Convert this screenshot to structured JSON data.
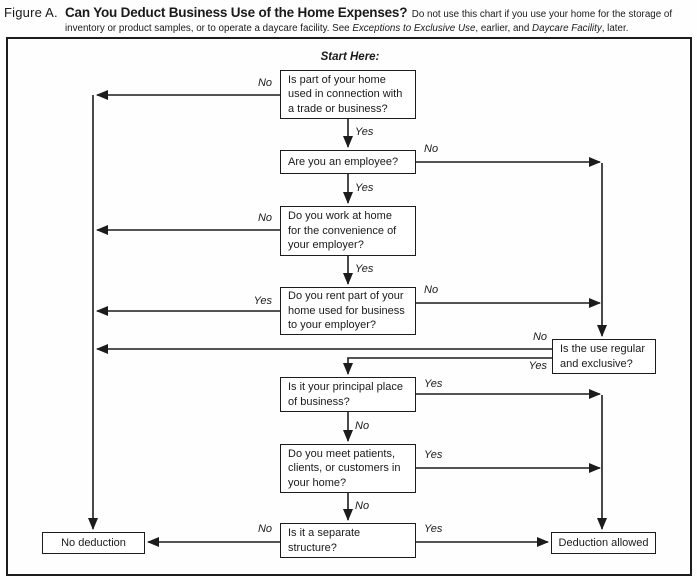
{
  "header": {
    "figure_label": "Figure A.",
    "title": "Can You Deduct Business Use of the Home Expenses?",
    "note_line1": "Do not use this chart if you use your home for the storage of",
    "note_line2_pre": "inventory or product samples, or to operate a daycare facility. See ",
    "note_italic1": "Exceptions to Exclusive Use",
    "note_mid": ", earlier, and ",
    "note_italic2": "Daycare Facility",
    "note_end": ", later."
  },
  "start_label": "Start Here:",
  "flow": {
    "d1": {
      "q": "Is part of your home\nused in connection with\na trade or business?",
      "no": "No",
      "yes": "Yes"
    },
    "d2": {
      "q": "Are you an employee?",
      "no": "No",
      "yes": "Yes"
    },
    "d3": {
      "q": "Do you work at home\nfor the convenience of\nyour employer?",
      "no": "No",
      "yes": "Yes"
    },
    "d4": {
      "q": "Do you rent part of your\nhome used for business\nto your employer?",
      "yes": "Yes",
      "no": "No"
    },
    "d5": {
      "q": "Is the use regular\nand exclusive?",
      "no": "No",
      "yes": "Yes"
    },
    "d6": {
      "q": "Is it your principal place\nof business?",
      "yes": "Yes",
      "no": "No"
    },
    "d7": {
      "q": "Do you meet patients,\nclients, or customers in\nyour home?",
      "yes": "Yes",
      "no": "No"
    },
    "d8": {
      "q": "Is it a separate\nstructure?",
      "no": "No",
      "yes": "Yes"
    },
    "end_no": "No deduction",
    "end_yes": "Deduction allowed"
  }
}
